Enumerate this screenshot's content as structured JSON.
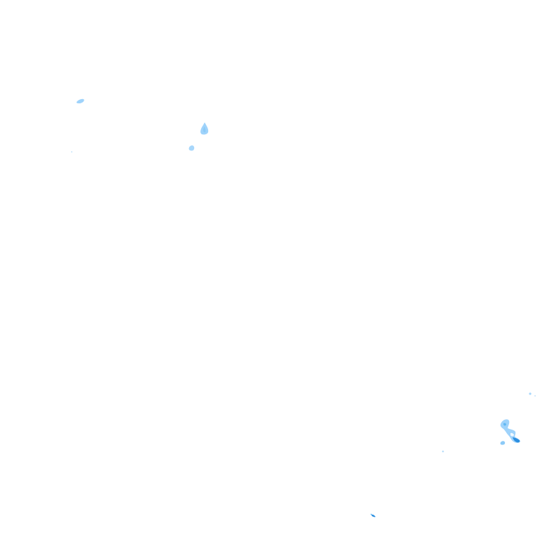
{
  "layer": {
    "type": "precipitation-radar-overlay",
    "background": "transparent",
    "palette": {
      "light": "#9fd3fb",
      "medium": "#63b9f3",
      "heavy": "#2c8fe0"
    },
    "echo_count": 13
  }
}
